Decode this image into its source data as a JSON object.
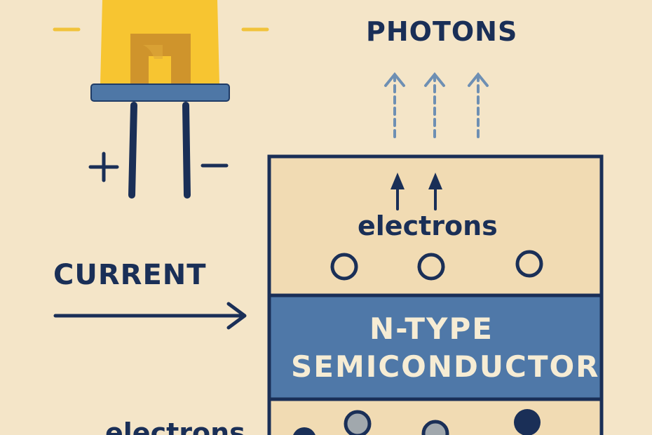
{
  "labels": {
    "photons": "PHOTONS",
    "current": "CURRENT",
    "electrons_upper": "electrons",
    "electrons_lower": "electrons",
    "ntype_line1": "N-TYPE",
    "ntype_line2": "SEMICONDUCTOR",
    "plus_terminal": "+",
    "minus_terminal": "–"
  },
  "colors": {
    "background": "#f4e5c8",
    "ink": "#1a2f57",
    "led_yellow": "#f7c531",
    "led_base": "#4e77a6",
    "band_blue": "#4f78a8",
    "panel_fill": "#f1dbb3",
    "photon_arrow": "#6e8fb3",
    "hole_gray": "#a1a8ad"
  }
}
